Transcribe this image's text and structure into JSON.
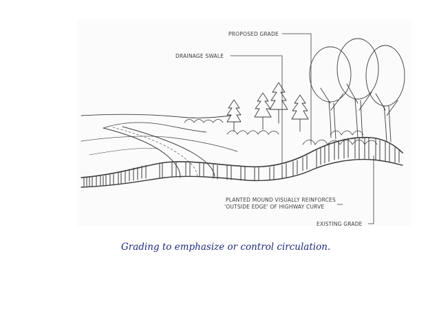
{
  "figure": {
    "labels": {
      "proposed_grade": "PROPOSED GRADE",
      "drainage_swale": "DRAINAGE SWALE",
      "planted_mound_line1": "PLANTED MOUND VISUALLY REINFORCES",
      "planted_mound_line2": "'OUTSIDE EDGE' OF HIGHWAY CURVE",
      "existing_grade": "EXISTING GRADE"
    },
    "caption": "Grading to emphasize or control circulation."
  },
  "colors": {
    "ink": "#3a3a3a",
    "caption": "#1f2a7a",
    "background": "#ffffff"
  }
}
